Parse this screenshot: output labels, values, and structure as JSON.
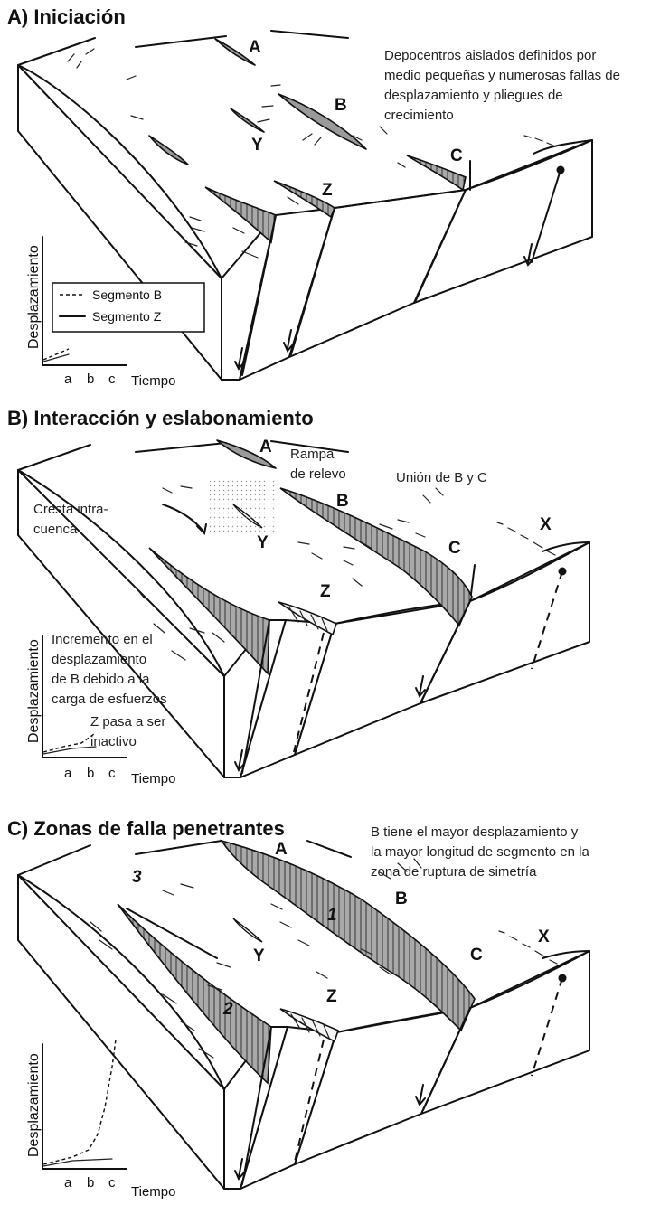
{
  "panels": [
    {
      "title": "A) Iniciación",
      "note": [
        "Depocentros aislados definidos por",
        "medio pequeñas y numerosas fallas de",
        "desplazamiento y pliegues de",
        "crecimiento"
      ],
      "fault_labels": [
        "A",
        "B",
        "Y",
        "Z",
        "C"
      ],
      "legend": [
        "Segmento B",
        "Segmento Z"
      ],
      "ylabel": "Desplazamiento",
      "xticks": [
        "a",
        "b",
        "c"
      ],
      "xlabel": "Tiempo"
    },
    {
      "title": "B) Interacción y eslabonamiento",
      "note_ramp": [
        "Rampa",
        "de relevo"
      ],
      "note_union": "Unión de B y C",
      "note_crest": [
        "Cresta intra-",
        "cuenca"
      ],
      "note_inc": [
        "Incremento en el",
        "desplazamiento",
        "de B debido a la",
        "carga de esfuerzos"
      ],
      "note_inactive": [
        "Z pasa a ser",
        "inactivo"
      ],
      "fault_labels": [
        "A",
        "B",
        "Y",
        "Z",
        "C",
        "X"
      ],
      "ylabel": "Desplazamiento",
      "xticks": [
        "a",
        "b",
        "c"
      ],
      "xlabel": "Tiempo"
    },
    {
      "title": "C) Zonas de falla penetrantes",
      "note": [
        "B tiene el mayor desplazamiento y",
        "la mayor longitud de segmento en la",
        "zona de ruptura de simetría"
      ],
      "fault_labels": [
        "A",
        "B",
        "Y",
        "Z",
        "C",
        "X"
      ],
      "number_labels": [
        "1",
        "2",
        "3"
      ],
      "ylabel": "Desplazamiento",
      "xticks": [
        "a",
        "b",
        "c"
      ],
      "xlabel": "Tiempo"
    }
  ]
}
